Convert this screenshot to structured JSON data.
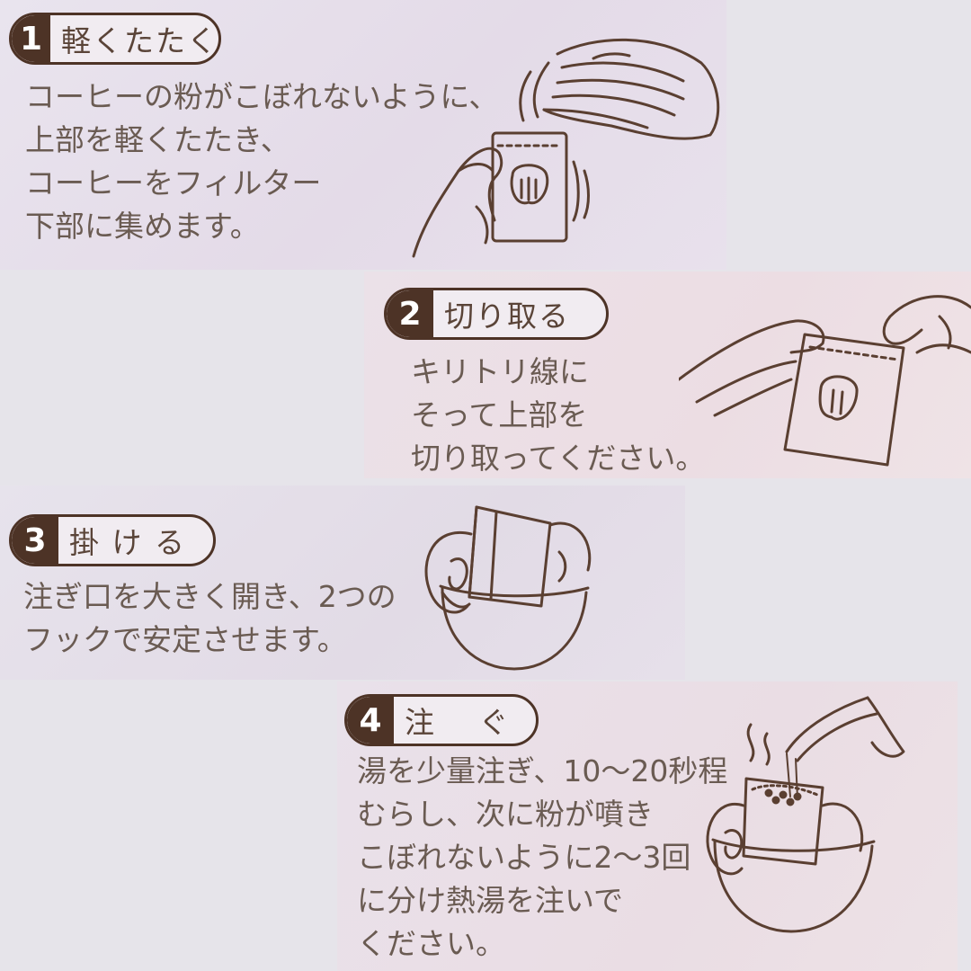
{
  "steps": [
    {
      "number": "1",
      "title": "軽くたたく",
      "lines": [
        "コーヒーの粉がこぼれないように、",
        "上部を軽くたたき、",
        "コーヒーをフィルター",
        "下部に集めます。"
      ]
    },
    {
      "number": "2",
      "title": "切り取る",
      "lines": [
        "キリトリ線に",
        "そって上部を",
        "切り取ってください。"
      ]
    },
    {
      "number": "3",
      "title": "掛 け る",
      "lines": [
        "注ぎ口を大きく開き、2つの",
        "フックで安定させます。"
      ]
    },
    {
      "number": "4",
      "title": "注　 ぐ",
      "lines": [
        "湯を少量注ぎ、10〜20秒程",
        "むらし、次に粉が噴き",
        "こぼれないように2〜3回",
        "に分け熱湯を注いで",
        "ください。"
      ]
    }
  ],
  "colors": {
    "label_dark": "#4d3326",
    "text": "#6a5b52",
    "line_art": "#5a3f31"
  },
  "illustrations": [
    "hand-tapping-pouch-icon",
    "hands-tearing-pouch-icon",
    "filter-on-cup-icon",
    "pouring-water-icon"
  ]
}
